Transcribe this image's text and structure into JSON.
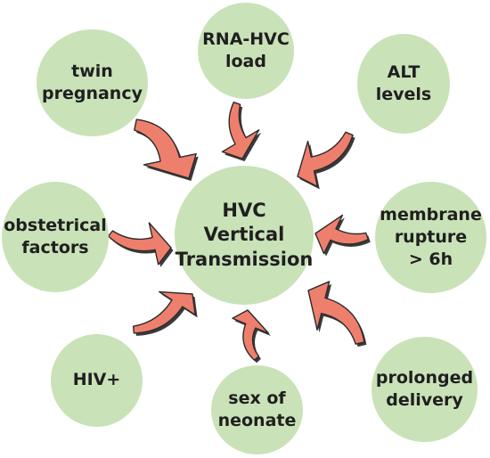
{
  "center": {
    "label": "HVC\nVertical\nTransmission"
  },
  "factors": {
    "twin_pregnancy": "twin\npregnancy",
    "rna_hvc_load": "RNA-HVC\nload",
    "alt_levels": "ALT\nlevels",
    "obstetrical_factors": "obstetrical\nfactors",
    "membrane_rupture": "membrane\nrupture\n> 6h",
    "hiv_positive": "HIV+",
    "sex_of_neonate": "sex of\nneonate",
    "prolonged_delivery": "prolonged\ndelivery"
  },
  "colors": {
    "node_fill": "#c9e2b8",
    "arrow_fill": "#ef7f6d",
    "arrow_outline": "#2c2c2c",
    "text": "#1f1f1f"
  }
}
